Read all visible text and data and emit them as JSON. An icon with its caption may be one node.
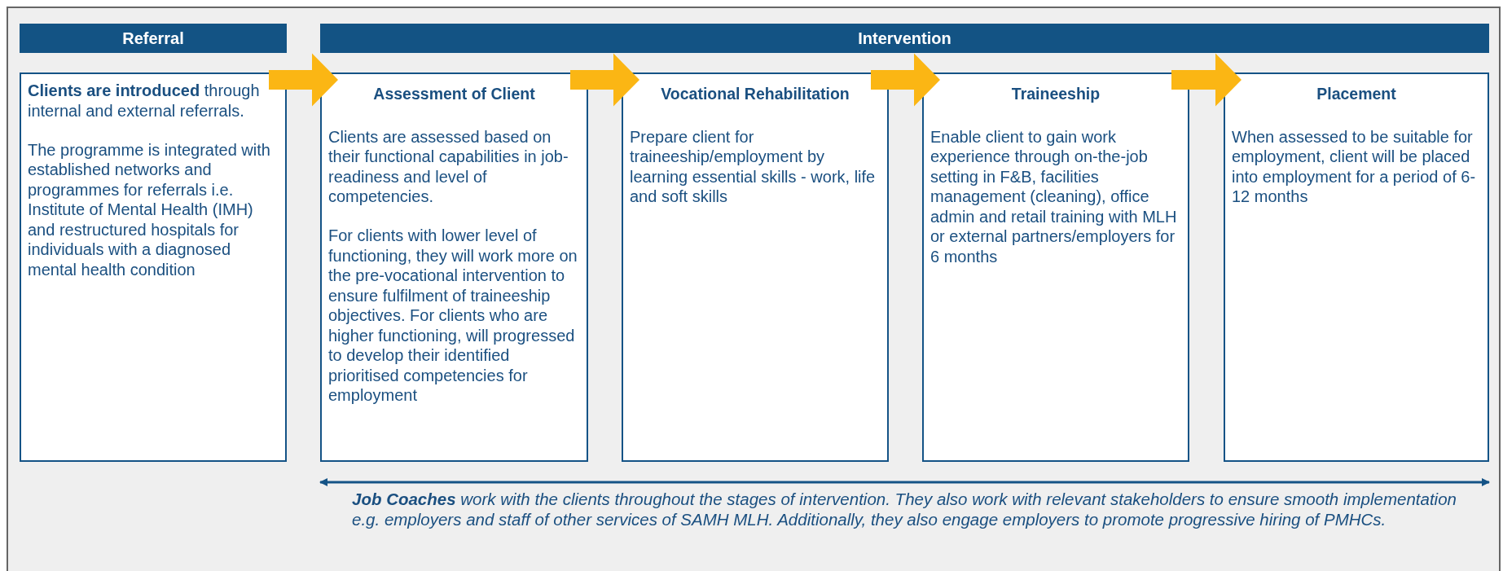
{
  "diagram": {
    "nodes": [
      {
        "text": [
          "Referral"
        ]
      },
      {
        "text": [
          "Intervention"
        ]
      },
      {
        "text": [
          "**Clients are introduced** through internal and external referrals.",
          "The programme is integrated with established networks and programmes for referrals i.e. Institute of Mental Health (IMH) and restructured hospitals for individuals with a diagnosed mental health condition"
        ]
      },
      {
        "text": [
          "Assessment of Client",
          "Clients are assessed based on their functional capabilities in job-readiness and level of competencies.",
          "For clients with lower level of functioning, they will work more on the pre-vocational intervention to ensure fulfilment of traineeship objectives. For clients who are higher functioning, will progressed to develop their identified prioritised competencies for employment"
        ]
      },
      {
        "text": [
          "Vocational Rehabilitation",
          "Prepare client for traineeship/employment by learning essential skills - work, life and soft skills"
        ]
      },
      {
        "text": [
          "Traineeship",
          "Enable client to gain work experience through on-the-job setting in F&B, facilities management (cleaning), office admin and retail training with MLH or external partners/employers for 6 months"
        ]
      },
      {
        "text": [
          "Placement",
          "When assessed to be suitable for employment, client will be placed into employment for a period of 6-12 months"
        ]
      }
    ],
    "edges": [
      {
        "from": 2,
        "to": 3,
        "arrow": "to",
        "style": "thick"
      },
      {
        "from": 3,
        "to": 4,
        "arrow": "to",
        "style": "thick"
      },
      {
        "from": 4,
        "to": 5,
        "arrow": "to",
        "style": "thick"
      },
      {
        "from": 5,
        "to": 6,
        "arrow": "to",
        "style": "thick"
      },
      {
        "from": 3,
        "to": 6,
        "arrow": "both",
        "color": "#145386"
      }
    ],
    "labels": [
      "**Job Coaches** work with the clients throughout the stages of intervention. They also work with relevant stakeholders to ensure smooth implementation e.g. employers and staff of other services of SAMH MLH. Additionally, they also engage employers to promote progressive hiring of PMHCs."
    ]
  }
}
